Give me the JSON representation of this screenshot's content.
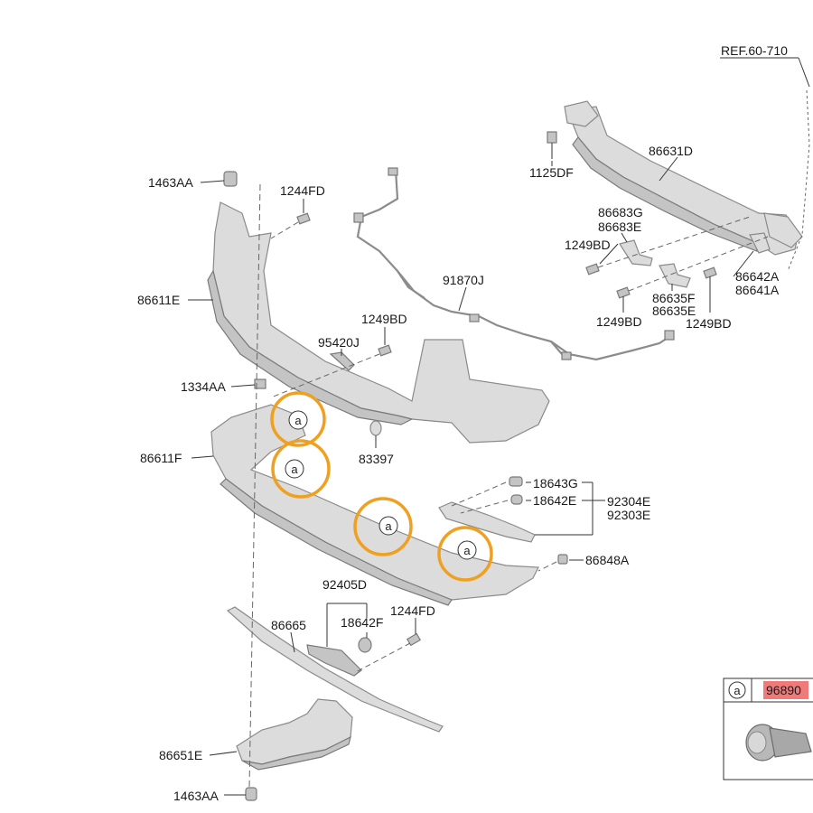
{
  "labels": {
    "ref": "REF.60-710",
    "p86631D": "86631D",
    "p1125DF": "1125DF",
    "p86683G": "86683G",
    "p86683E": "86683E",
    "p1249BD_a": "1249BD",
    "p86642A": "86642A",
    "p86641A": "86641A",
    "p86635F": "86635F",
    "p86635E": "86635E",
    "p1249BD_b": "1249BD",
    "p1249BD_c": "1249BD",
    "p1463AA_top": "1463AA",
    "p1244FD_top": "1244FD",
    "p91870J": "91870J",
    "p86611E": "86611E",
    "p1249BD_d": "1249BD",
    "p95420J": "95420J",
    "p1334AA": "1334AA",
    "p83397": "83397",
    "p86611F": "86611F",
    "p18643G": "18643G",
    "p18642E": "18642E",
    "p92304E": "92304E",
    "p92303E": "92303E",
    "p86848A": "86848A",
    "p92405D": "92405D",
    "p18642F": "18642F",
    "p1244FD_bot": "1244FD",
    "p86665": "86665",
    "p86651E": "86651E",
    "p1463AA_bot": "1463AA"
  },
  "sensor_marker": "a",
  "legend": {
    "marker": "a",
    "part_code": "96890"
  },
  "colors": {
    "highlight": "#f0a020",
    "code_bg": "#f07a7a"
  }
}
